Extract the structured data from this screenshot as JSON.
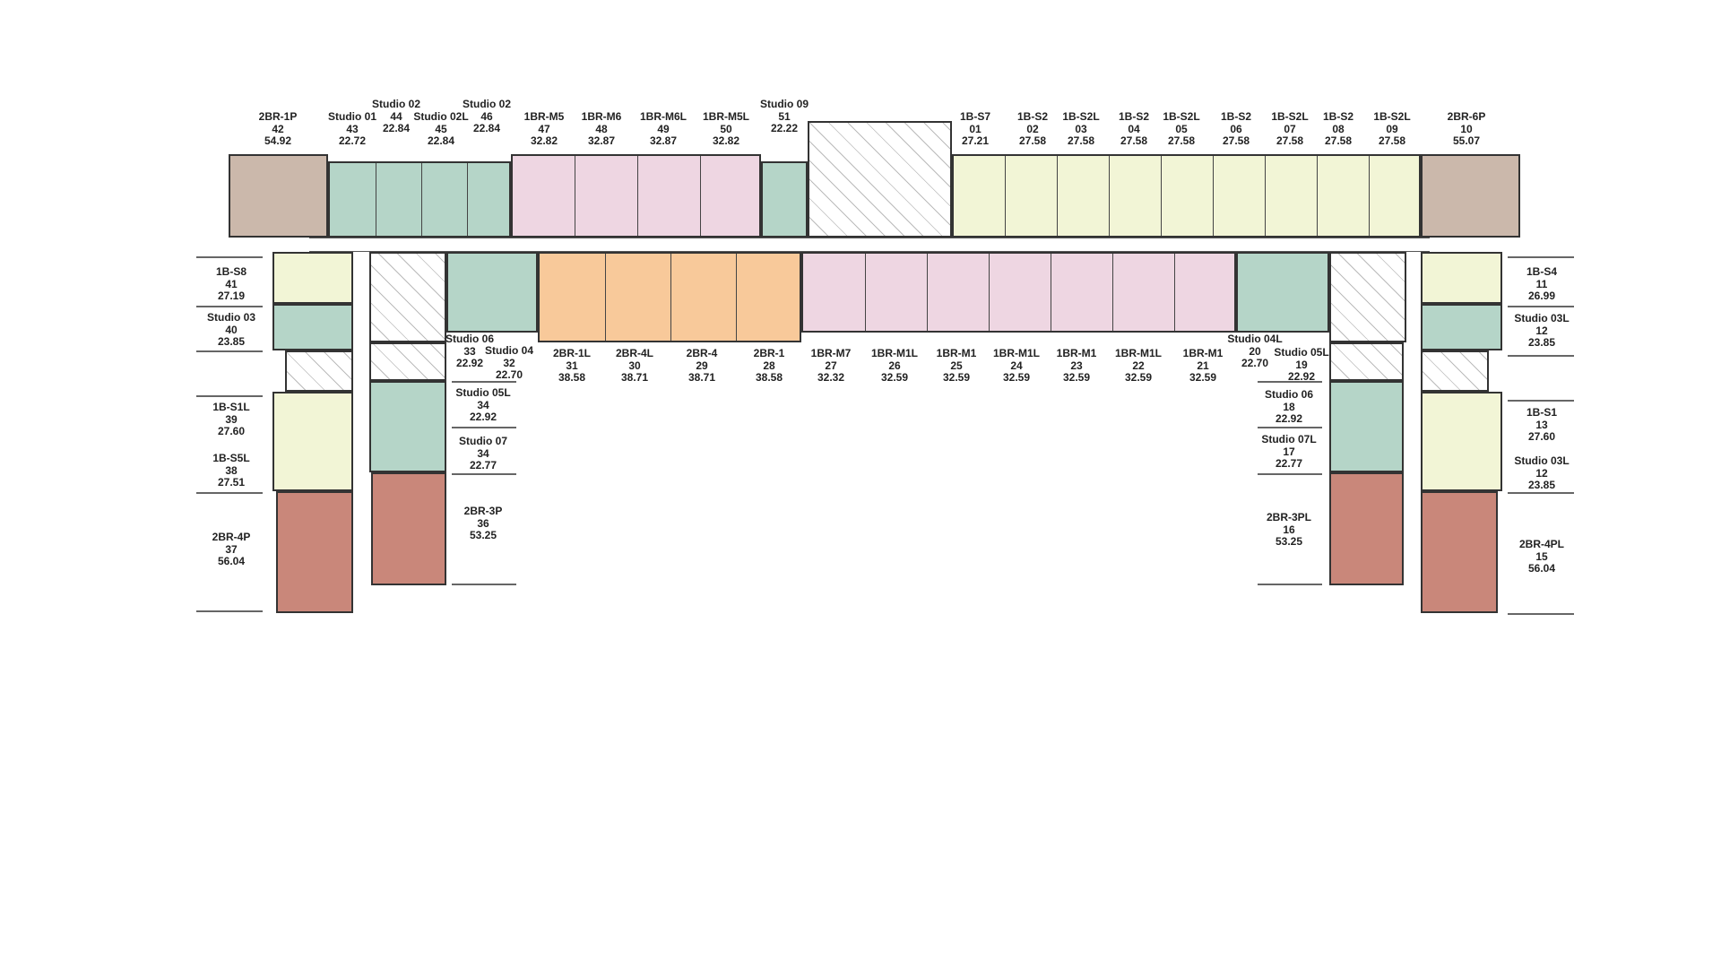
{
  "top_units": [
    {
      "type": "2BR-1P",
      "no": "42",
      "area": "54.92"
    },
    {
      "type": "Studio 01",
      "no": "43",
      "area": "22.72"
    },
    {
      "type": "Studio 02",
      "no": "44",
      "area": "22.84"
    },
    {
      "type": "Studio 02L",
      "no": "45",
      "area": "22.84"
    },
    {
      "type": "Studio 02",
      "no": "46",
      "area": "22.84"
    },
    {
      "type": "1BR-M5",
      "no": "47",
      "area": "32.82"
    },
    {
      "type": "1BR-M6",
      "no": "48",
      "area": "32.87"
    },
    {
      "type": "1BR-M6L",
      "no": "49",
      "area": "32.87"
    },
    {
      "type": "1BR-M5L",
      "no": "50",
      "area": "32.82"
    },
    {
      "type": "Studio 09",
      "no": "51",
      "area": "22.22"
    },
    {
      "type": "1B-S7",
      "no": "01",
      "area": "27.21"
    },
    {
      "type": "1B-S2",
      "no": "02",
      "area": "27.58"
    },
    {
      "type": "1B-S2L",
      "no": "03",
      "area": "27.58"
    },
    {
      "type": "1B-S2",
      "no": "04",
      "area": "27.58"
    },
    {
      "type": "1B-S2L",
      "no": "05",
      "area": "27.58"
    },
    {
      "type": "1B-S2",
      "no": "06",
      "area": "27.58"
    },
    {
      "type": "1B-S2L",
      "no": "07",
      "area": "27.58"
    },
    {
      "type": "1B-S2",
      "no": "08",
      "area": "27.58"
    },
    {
      "type": "1B-S2L",
      "no": "09",
      "area": "27.58"
    },
    {
      "type": "2BR-6P",
      "no": "10",
      "area": "55.07"
    }
  ],
  "middle_units": [
    {
      "type": "Studio 06",
      "no": "33",
      "area": "22.92"
    },
    {
      "type": "Studio 04",
      "no": "32",
      "area": "22.70"
    },
    {
      "type": "2BR-1L",
      "no": "31",
      "area": "38.58"
    },
    {
      "type": "2BR-4L",
      "no": "30",
      "area": "38.71"
    },
    {
      "type": "2BR-4",
      "no": "29",
      "area": "38.71"
    },
    {
      "type": "2BR-1",
      "no": "28",
      "area": "38.58"
    },
    {
      "type": "1BR-M7",
      "no": "27",
      "area": "32.32"
    },
    {
      "type": "1BR-M1L",
      "no": "26",
      "area": "32.59"
    },
    {
      "type": "1BR-M1",
      "no": "25",
      "area": "32.59"
    },
    {
      "type": "1BR-M1L",
      "no": "24",
      "area": "32.59"
    },
    {
      "type": "1BR-M1",
      "no": "23",
      "area": "32.59"
    },
    {
      "type": "1BR-M1L",
      "no": "22",
      "area": "32.59"
    },
    {
      "type": "1BR-M1",
      "no": "21",
      "area": "32.59"
    },
    {
      "type": "Studio 04L",
      "no": "20",
      "area": "22.70"
    },
    {
      "type": "Studio 05L",
      "no": "19",
      "area": "22.92"
    }
  ],
  "left_wing": [
    {
      "type": "1B-S8",
      "no": "41",
      "area": "27.19"
    },
    {
      "type": "Studio 03",
      "no": "40",
      "area": "23.85"
    },
    {
      "type": "1B-S1L",
      "no": "39",
      "area": "27.60"
    },
    {
      "type": "1B-S5L",
      "no": "38",
      "area": "27.51"
    },
    {
      "type": "2BR-4P",
      "no": "37",
      "area": "56.04"
    },
    {
      "type": "Studio 05L",
      "no": "34",
      "area": "22.92"
    },
    {
      "type": "Studio 07",
      "no": "34",
      "area": "22.77"
    },
    {
      "type": "2BR-3P",
      "no": "36",
      "area": "53.25"
    }
  ],
  "right_wing": [
    {
      "type": "1B-S4",
      "no": "11",
      "area": "26.99"
    },
    {
      "type": "Studio 03L",
      "no": "12",
      "area": "23.85"
    },
    {
      "type": "1B-S1",
      "no": "13",
      "area": "27.60"
    },
    {
      "type": "Studio 03L",
      "no": "12",
      "area": "23.85"
    },
    {
      "type": "2BR-4PL",
      "no": "15",
      "area": "56.04"
    },
    {
      "type": "Studio 06",
      "no": "18",
      "area": "22.92"
    },
    {
      "type": "Studio 07L",
      "no": "17",
      "area": "22.77"
    },
    {
      "type": "2BR-3PL",
      "no": "16",
      "area": "53.25"
    }
  ],
  "colors": {
    "2br_premium": "#cbb8ab",
    "studio": "#b5d5c8",
    "1br_m": "#eed6e2",
    "1b_s": "#f2f5d6",
    "2br": "#f8c99a",
    "2br_corner": "#c9877a"
  }
}
